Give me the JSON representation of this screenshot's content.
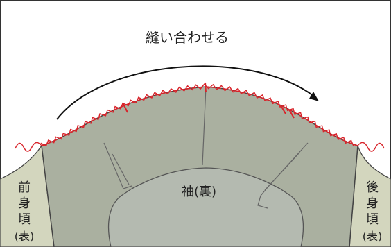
{
  "caption": "縫い合わせる",
  "sleeve_label": "袖(裏)",
  "front_label": [
    "前",
    "身",
    "頃",
    "(表)"
  ],
  "back_label": [
    "後",
    "身",
    "頃",
    "(表)"
  ],
  "colors": {
    "bodice_fill": "#d3d6be",
    "sleeve_fill": "#aab0a0",
    "sleeve_inner_fill": "#b4bab0",
    "outline": "#444444",
    "stitch": "#d8232a",
    "arrow": "#111111"
  }
}
